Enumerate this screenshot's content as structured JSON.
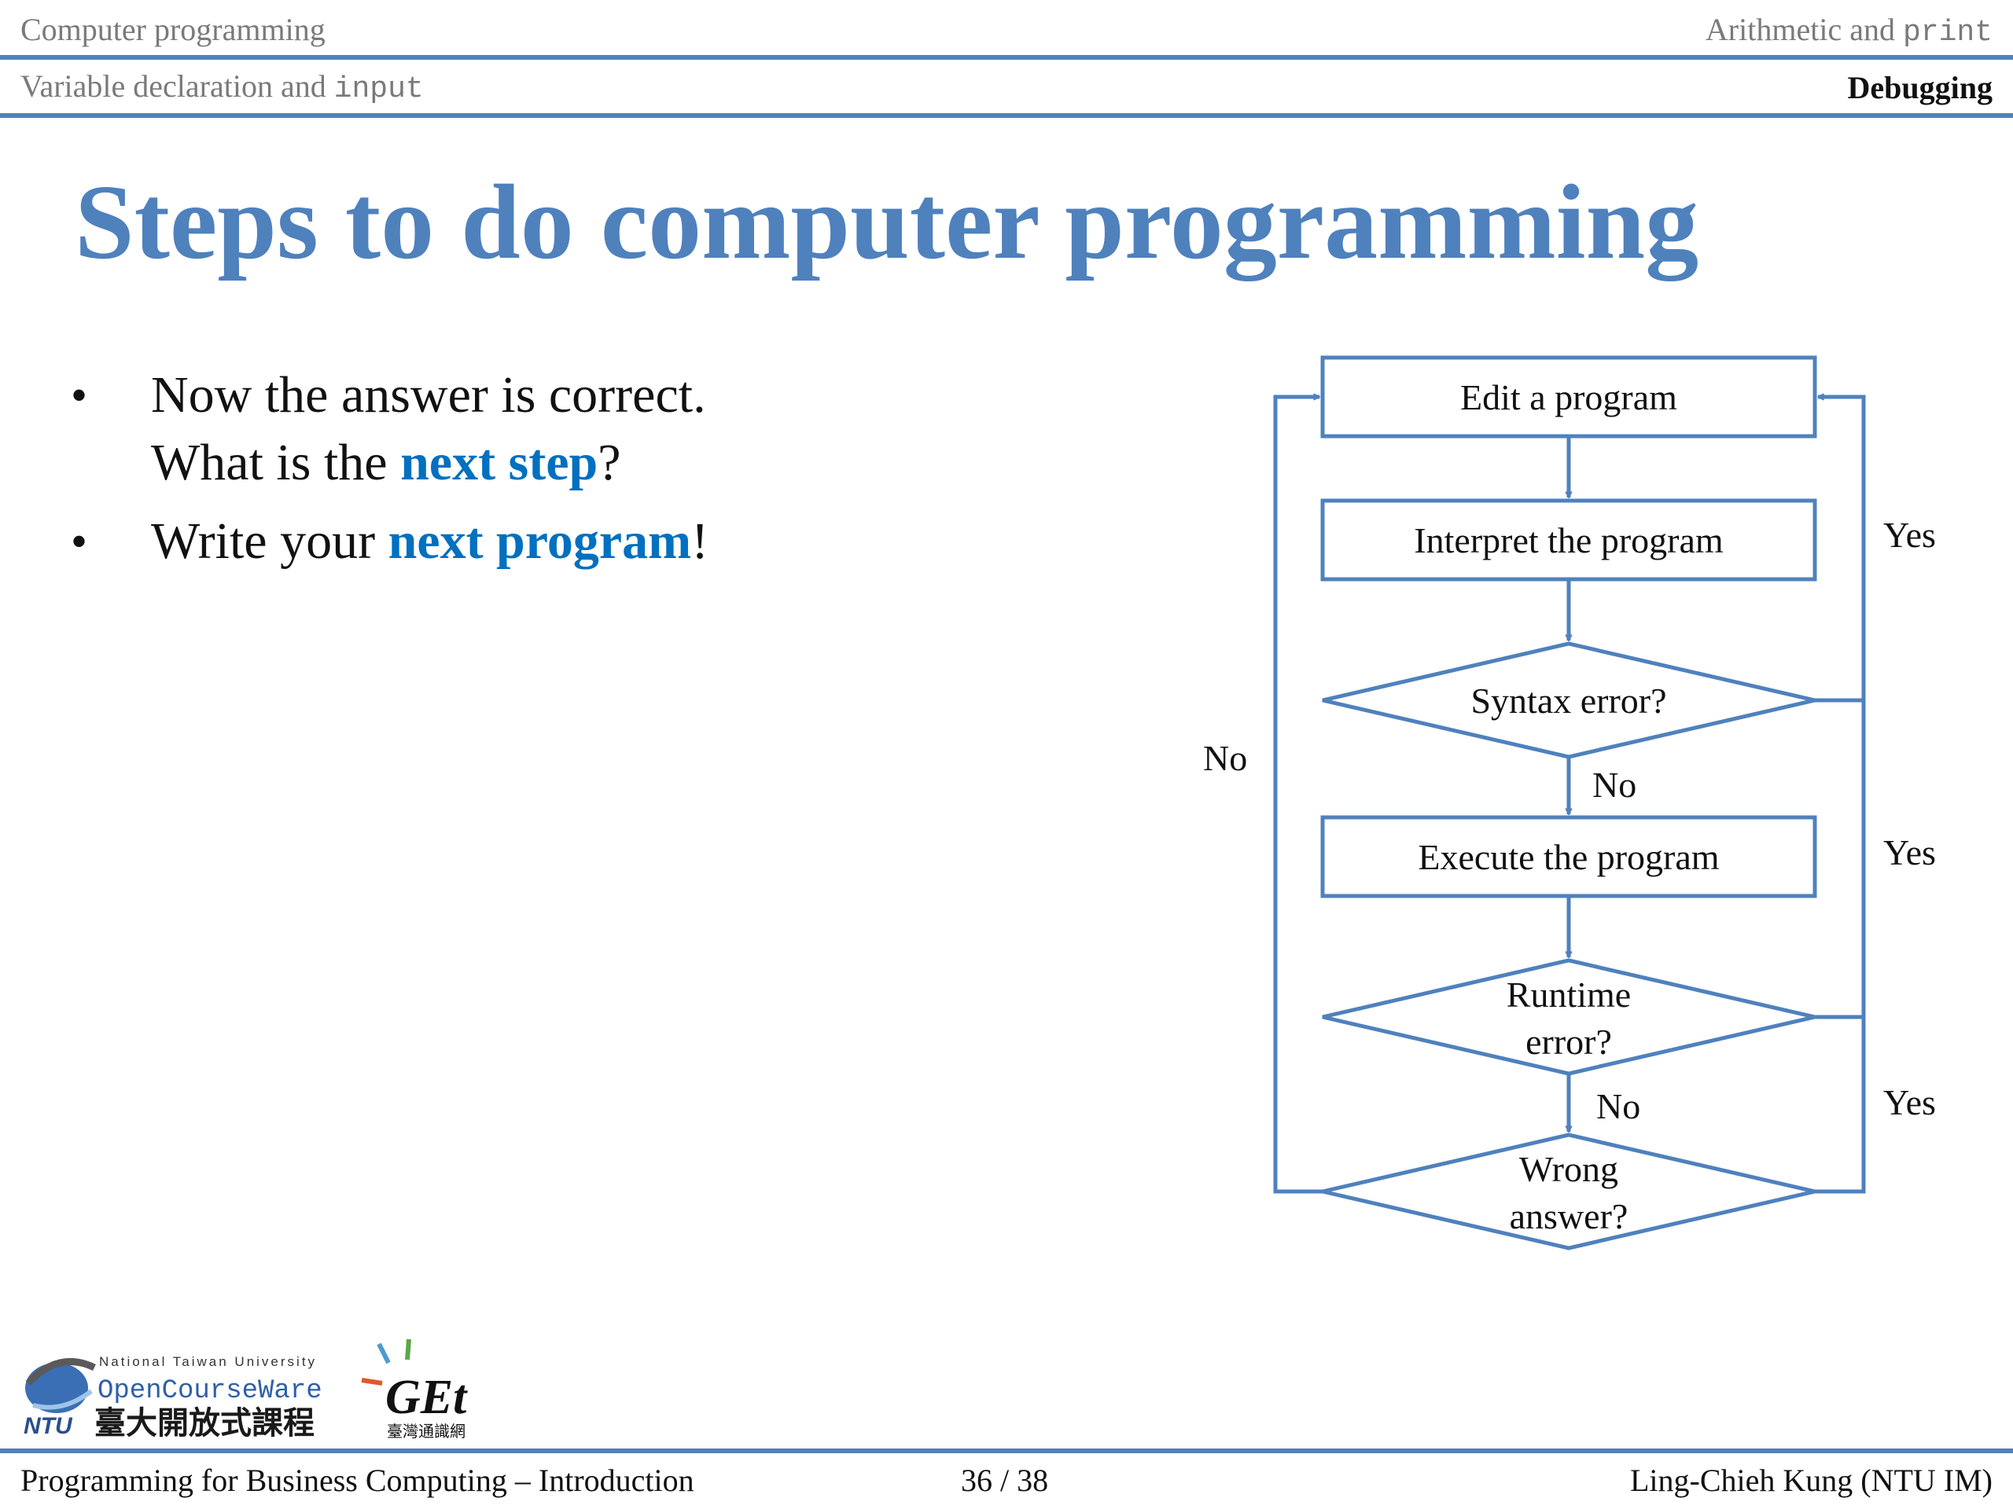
{
  "header": {
    "section": "Computer programming",
    "subsection_left_text": "Variable declaration and ",
    "subsection_left_code": "input",
    "nav_right_top_text": "Arithmetic and ",
    "nav_right_top_code": "print",
    "nav_right_bottom": "Debugging"
  },
  "slide": {
    "title": "Steps to do computer programming",
    "bullets": [
      {
        "line1": "Now the answer is correct.",
        "line2_pre": "What is the ",
        "line2_hl": "next step",
        "line2_post": "?"
      },
      {
        "pre": "Write your ",
        "hl": "next program",
        "post": "!"
      }
    ]
  },
  "flowchart": {
    "nodes": {
      "edit": "Edit a program",
      "interpret": "Interpret the program",
      "syntax": "Syntax error?",
      "execute": "Execute the program",
      "runtime_l1": "Runtime",
      "runtime_l2": "error?",
      "wrong_l1": "Wrong",
      "wrong_l2": "answer?"
    },
    "edge_labels": {
      "syntax_no": "No",
      "runtime_no": "No",
      "left_no": "No",
      "yes_syntax": "Yes",
      "yes_runtime": "Yes",
      "yes_wrong": "Yes"
    },
    "colors": {
      "line": "#4f81bd"
    }
  },
  "logos": {
    "ntu_top": "National Taiwan University",
    "ntu_ocw": "OpenCourseWare",
    "ntu_cn": "臺大開放式課程",
    "ntu_abbr": "NTU",
    "get_logo": "GEt",
    "get_cn": "臺灣通識網"
  },
  "footer": {
    "left": "Programming for Business Computing – Introduction",
    "center": "36 / 38",
    "right": "Ling-Chieh Kung (NTU IM)"
  }
}
